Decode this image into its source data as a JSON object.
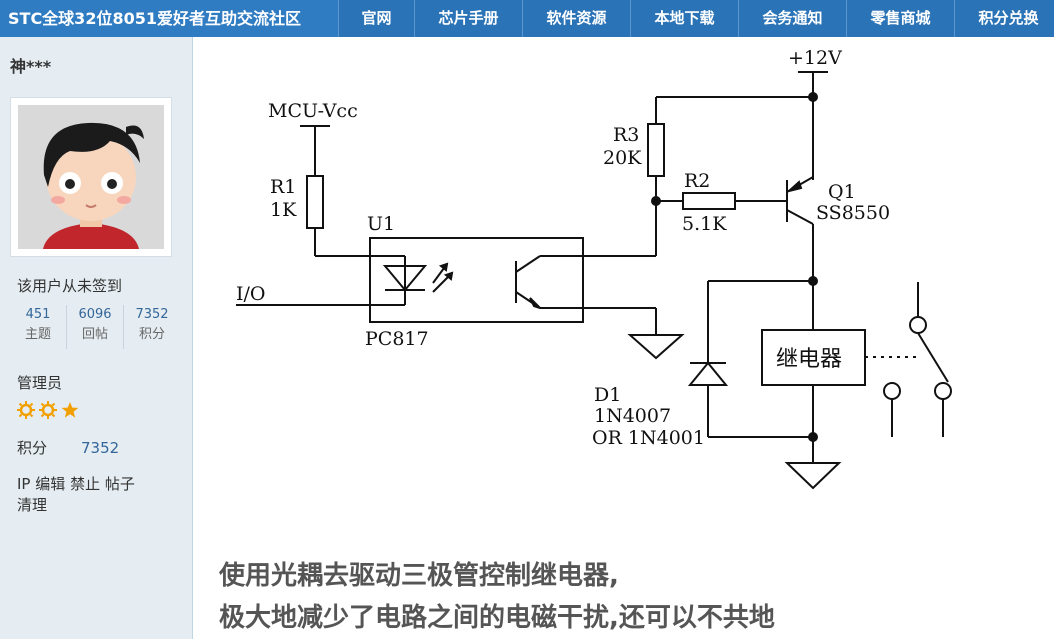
{
  "site": {
    "title": "STC全球32位8051爱好者互助交流社区"
  },
  "nav": {
    "items": [
      "官网",
      "芯片手册",
      "软件资源",
      "本地下载",
      "会务通知",
      "零售商城",
      "积分兑换"
    ]
  },
  "user": {
    "name": "神***",
    "signin_status": "该用户从未签到",
    "stats": [
      {
        "value": "451",
        "label": "主题"
      },
      {
        "value": "6096",
        "label": "回帖"
      },
      {
        "value": "7352",
        "label": "积分"
      }
    ],
    "role": "管理员",
    "points_label": "积分",
    "points_value": "7352",
    "mod_links": [
      "IP",
      "编辑",
      "禁止",
      "帖子",
      "清理"
    ]
  },
  "schematic": {
    "vcc_label": "MCU-Vcc",
    "r1_name": "R1",
    "r1_value": "1K",
    "u1_name": "U1",
    "u1_part": "PC817",
    "io_label": "I/O",
    "supply_label": "+12V",
    "r3_name": "R3",
    "r3_value": "20K",
    "r2_name": "R2",
    "r2_value": "5.1K",
    "q1_name": "Q1",
    "q1_part": "SS8550",
    "relay_label": "继电器",
    "d1_name": "D1",
    "d1_part": "1N4007",
    "d1_alt": "OR 1N4001"
  },
  "caption": {
    "line1": "使用光耦去驱动三极管控制继电器,",
    "line2": "极大地减少了电路之间的电磁干扰,还可以不共地"
  }
}
